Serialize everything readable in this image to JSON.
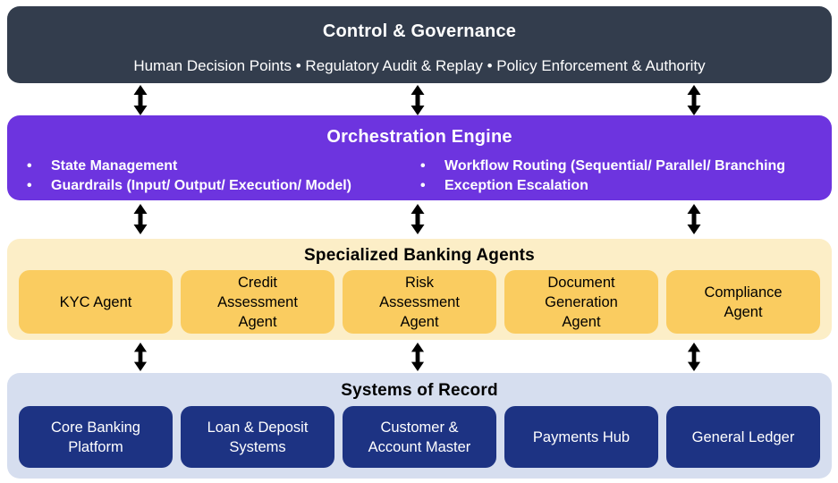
{
  "governance": {
    "title": "Control & Governance",
    "subtitle": "Human Decision Points • Regulatory Audit & Replay • Policy Enforcement & Authority",
    "bg_color": "#333D4D",
    "text_color": "#FFFFFF"
  },
  "orchestration": {
    "title": "Orchestration Engine",
    "bullet_glyph": "•",
    "bullets_left": [
      "State Management",
      "Guardrails (Input/ Output/ Execution/ Model)"
    ],
    "bullets_right": [
      "Workflow Routing (Sequential/ Parallel/ Branching",
      "Exception Escalation"
    ],
    "bg_color": "#6D34DF",
    "text_color": "#FFFFFF"
  },
  "agents": {
    "title": "Specialized Banking Agents",
    "bg_color": "#FCEEC7",
    "box_color": "#FACC60",
    "text_color": "#000000",
    "boxes": [
      "KYC Agent",
      "Credit\nAssessment\nAgent",
      "Risk\nAssessment\nAgent",
      "Document\nGeneration\nAgent",
      "Compliance\nAgent"
    ]
  },
  "systems": {
    "title": "Systems of Record",
    "bg_color": "#D6DEEF",
    "box_color": "#1D3383",
    "text_color": "#FFFFFF",
    "boxes": [
      "Core Banking\nPlatform",
      "Loan & Deposit\nSystems",
      "Customer &\nAccount Master",
      "Payments Hub",
      "General Ledger"
    ]
  },
  "arrows": {
    "type": "bidirectional-vertical",
    "color": "#000000",
    "count": 9
  }
}
